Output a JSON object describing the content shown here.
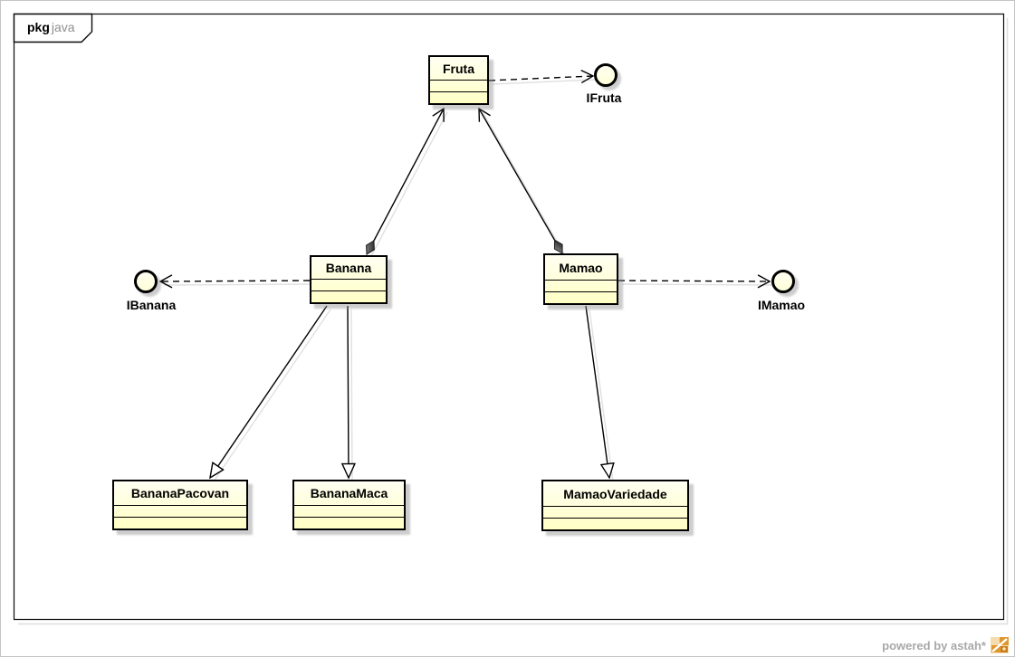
{
  "package_tab": {
    "keyword": "pkg",
    "name": "java"
  },
  "classes": [
    {
      "name": "Fruta"
    },
    {
      "name": "Banana"
    },
    {
      "name": "Mamao"
    },
    {
      "name": "BananaPacovan"
    },
    {
      "name": "BananaMaca"
    },
    {
      "name": "MamaoVariedade"
    }
  ],
  "interfaces": [
    {
      "name": "IFruta"
    },
    {
      "name": "IBanana"
    },
    {
      "name": "IMamao"
    }
  ],
  "relationships": [
    {
      "from": "Fruta",
      "to": "IFruta",
      "style": "dashed-open-arrow"
    },
    {
      "from": "Banana",
      "to": "IBanana",
      "style": "dashed-open-arrow"
    },
    {
      "from": "Mamao",
      "to": "IMamao",
      "style": "dashed-open-arrow"
    },
    {
      "from": "Banana",
      "to": "Fruta",
      "style": "solid-filled-diamond-open-arrow"
    },
    {
      "from": "Mamao",
      "to": "Fruta",
      "style": "solid-filled-diamond-open-arrow"
    },
    {
      "from": "Banana",
      "to": "BananaPacovan",
      "style": "solid-hollow-triangle"
    },
    {
      "from": "Banana",
      "to": "BananaMaca",
      "style": "solid-hollow-triangle"
    },
    {
      "from": "Mamao",
      "to": "MamaoVariedade",
      "style": "solid-hollow-triangle"
    }
  ],
  "footer": {
    "powered_by": "powered by astah*"
  },
  "colors": {
    "class_fill": "#ffffcc",
    "line": "#000000",
    "shadow": "#c9c9c9",
    "package_name_text": "#8f8f8f",
    "footer_text": "#a8a8a8",
    "logo_orange": "#e0972f"
  }
}
